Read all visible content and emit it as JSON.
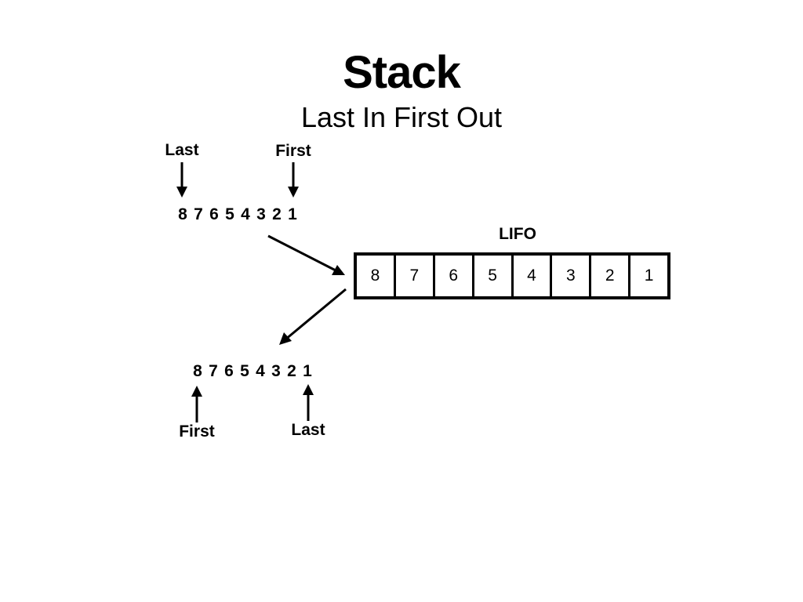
{
  "title": "Stack",
  "subtitle": "Last In First Out",
  "input": {
    "left_label": "Last",
    "right_label": "First",
    "sequence": [
      "8",
      "7",
      "6",
      "5",
      "4",
      "3",
      "2",
      "1"
    ]
  },
  "stack": {
    "label": "LIFO",
    "cells": [
      "8",
      "7",
      "6",
      "5",
      "4",
      "3",
      "2",
      "1"
    ]
  },
  "output": {
    "left_label": "First",
    "right_label": "Last",
    "sequence": [
      "8",
      "7",
      "6",
      "5",
      "4",
      "3",
      "2",
      "1"
    ]
  }
}
